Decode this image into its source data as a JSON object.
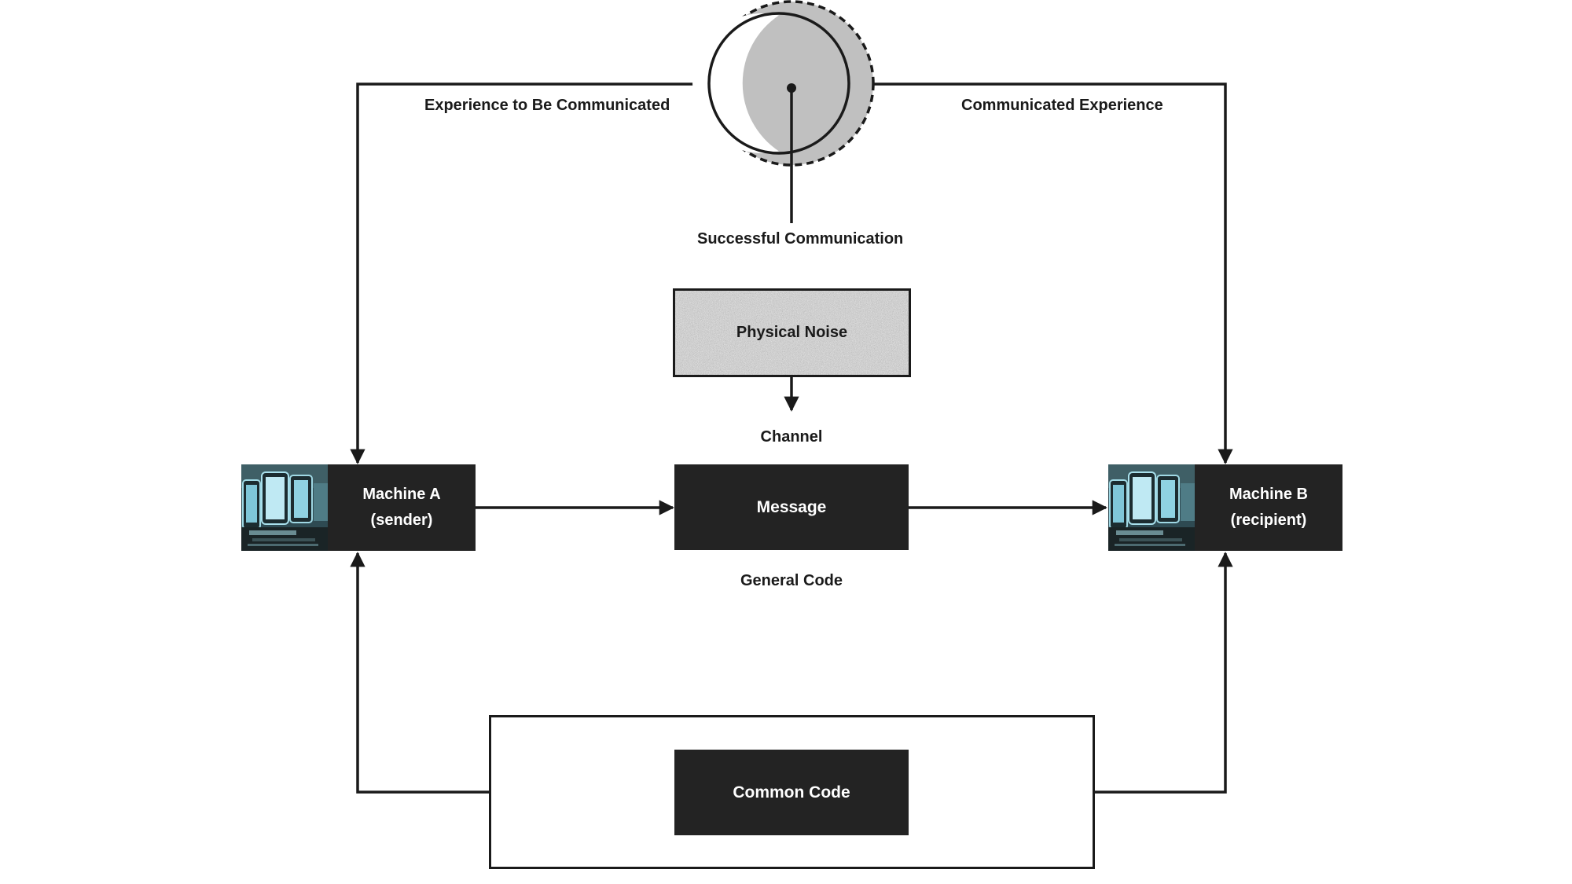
{
  "diagram": {
    "top_left_label": "Experience to Be Communicated",
    "top_right_label": "Communicated Experience",
    "success_label": "Successful Communication",
    "noise_label": "Physical Noise",
    "channel_label": "Channel",
    "message_label": "Message",
    "general_code_label": "General Code",
    "common_code_label": "Common Code",
    "machine_a": {
      "name": "Machine A",
      "role": "(sender)"
    },
    "machine_b": {
      "name": "Machine B",
      "role": "(recipient)"
    }
  },
  "colors": {
    "box_fill": "#232323",
    "line": "#1a1a1a",
    "circle_fill": "#c0c0c0",
    "background": "#ffffff"
  }
}
